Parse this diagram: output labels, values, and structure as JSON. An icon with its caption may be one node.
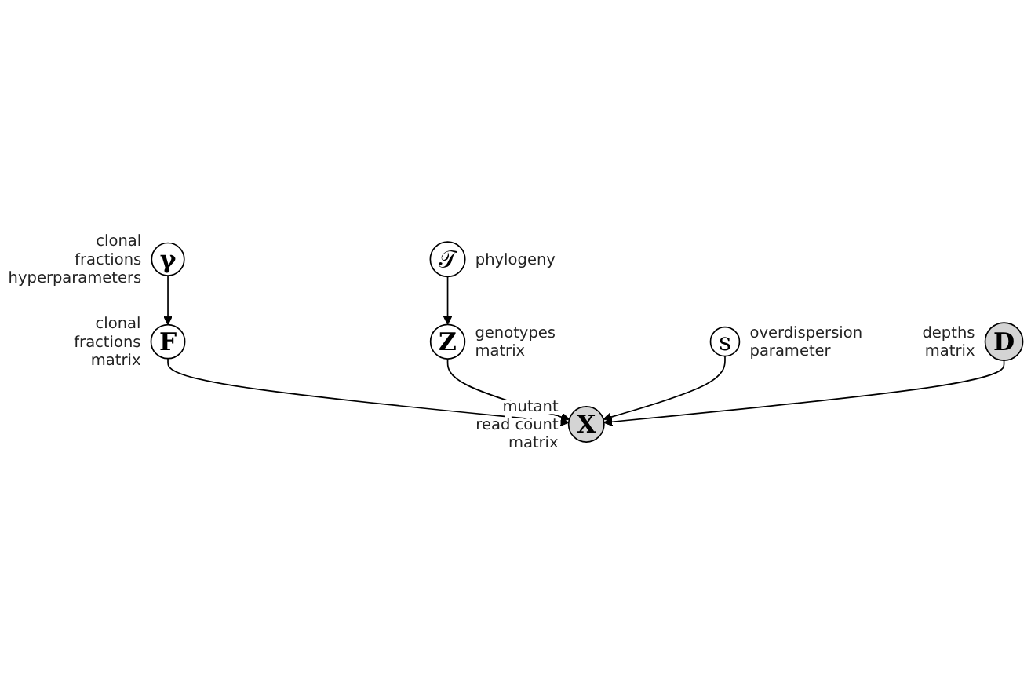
{
  "diagram": {
    "nodes": [
      {
        "text": [
          "γ"
        ],
        "beside": [
          "clonal fractions hyperparameters"
        ]
      },
      {
        "text": [
          "𝒯"
        ],
        "beside": [
          "phylogeny"
        ]
      },
      {
        "text": [
          "F"
        ],
        "beside": [
          "clonal fractions matrix"
        ]
      },
      {
        "text": [
          "Z"
        ],
        "beside": [
          "genotypes matrix"
        ]
      },
      {
        "text": [
          "X"
        ],
        "beside": [
          "mutant read count matrix"
        ]
      },
      {
        "text": [
          "s"
        ],
        "beside": [
          "overdispersion parameter"
        ]
      },
      {
        "text": [
          "D"
        ],
        "beside": [
          "depths matrix"
        ]
      }
    ],
    "edges": [
      {
        "from": 0,
        "to": 2,
        "arrow": "to"
      },
      {
        "from": 1,
        "to": 3,
        "arrow": "to"
      },
      {
        "from": 2,
        "to": 4,
        "arrow": "to"
      },
      {
        "from": 3,
        "to": 4,
        "arrow": "to"
      },
      {
        "from": 5,
        "to": 4,
        "arrow": "to"
      },
      {
        "from": 6,
        "to": 4,
        "arrow": "to"
      }
    ]
  }
}
